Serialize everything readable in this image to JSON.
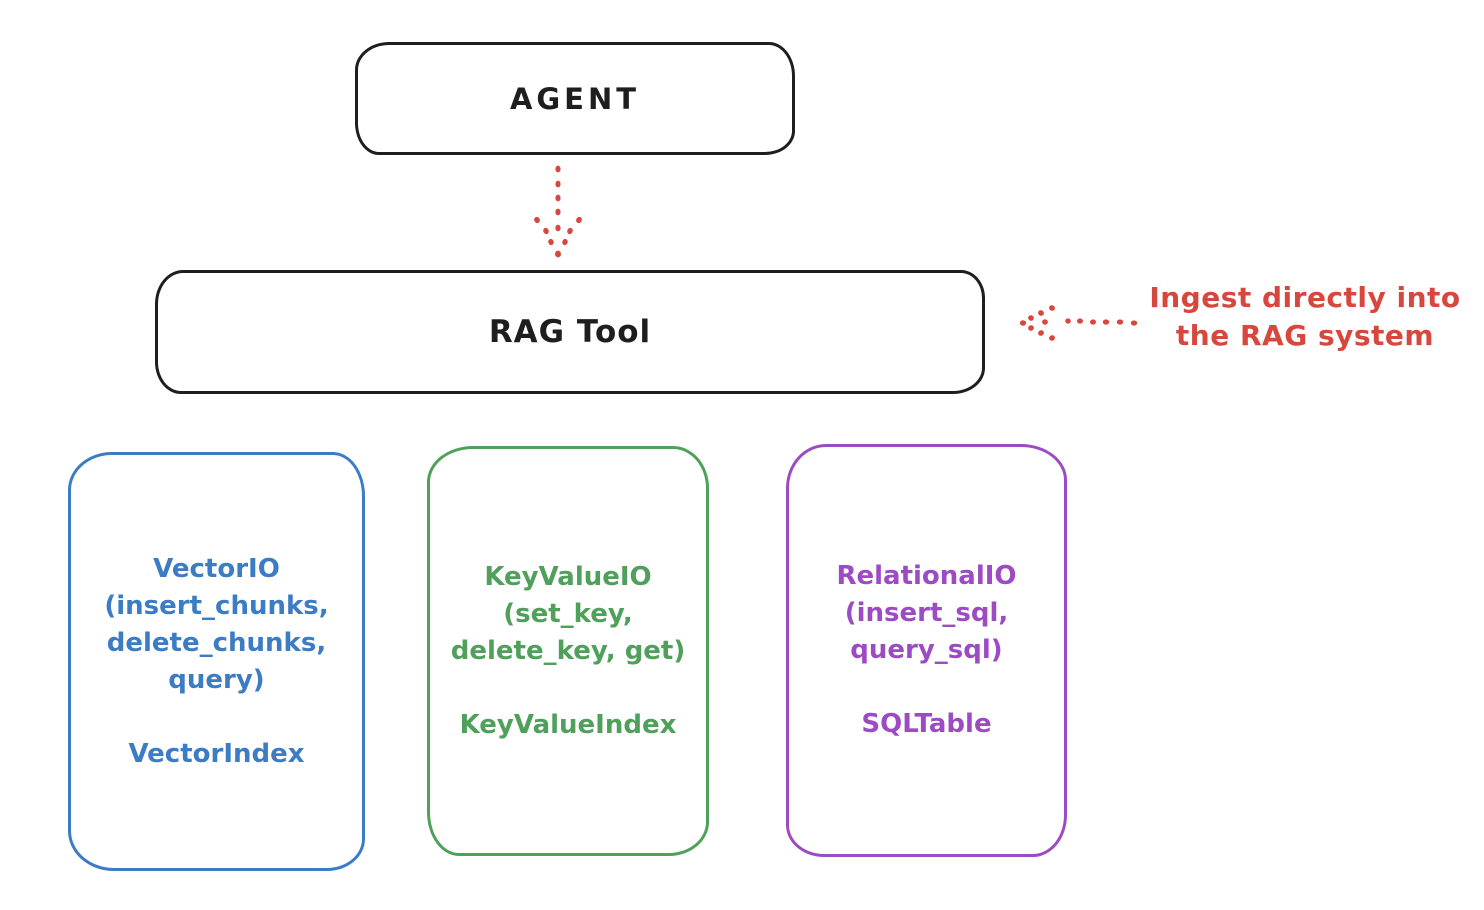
{
  "agent_box": {
    "label": "AGENT"
  },
  "rag_tool_box": {
    "label": "RAG Tool"
  },
  "ingest_annotation": {
    "line1": "Ingest directly into",
    "line2": "the RAG system"
  },
  "backends": [
    {
      "lines": [
        "VectorIO",
        "(insert_chunks,",
        "delete_chunks,",
        "query)"
      ],
      "index_label": "VectorIndex",
      "color": "#3b7cc4"
    },
    {
      "lines": [
        "KeyValueIO",
        "(set_key,",
        "delete_key, get)"
      ],
      "index_label": "KeyValueIndex",
      "color": "#4fa05a"
    },
    {
      "lines": [
        "RelationalIO",
        "(insert_sql,",
        "query_sql)"
      ],
      "index_label": "SQLTable",
      "color": "#9d4bc5"
    }
  ],
  "colors": {
    "stroke": "#1e1e1e",
    "accent_red": "#d8473d"
  }
}
